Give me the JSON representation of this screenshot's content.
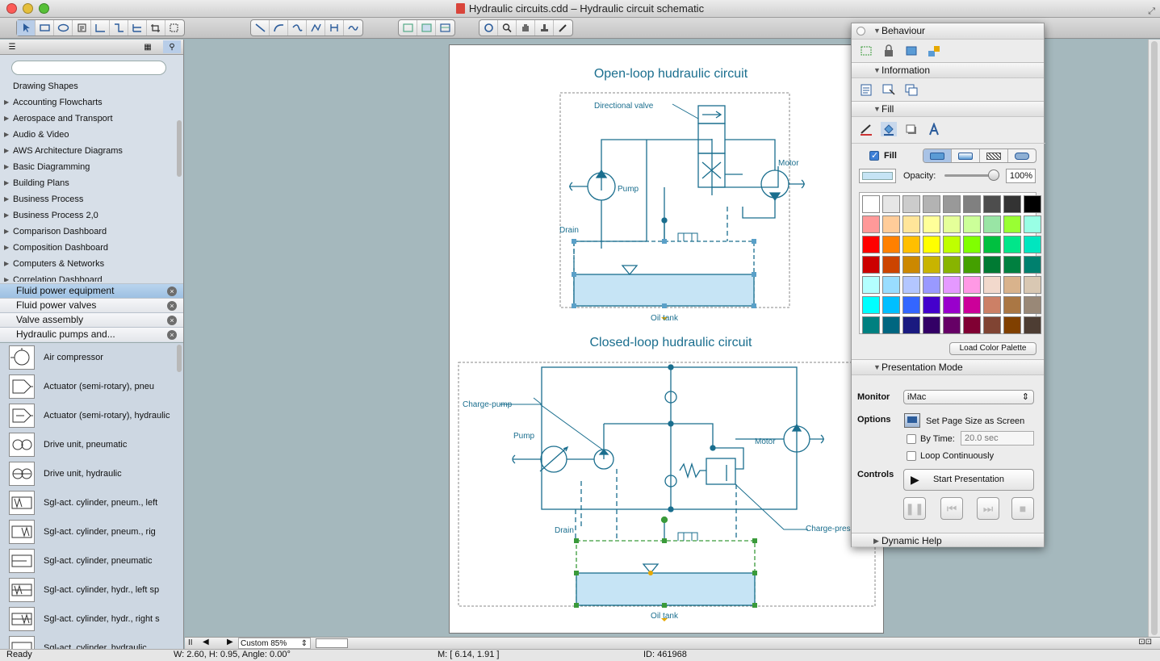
{
  "window": {
    "title": "Hydraulic circuits.cdd – Hydraulic circuit schematic"
  },
  "library": {
    "categories": [
      "Drawing Shapes",
      "Accounting Flowcharts",
      "Aerospace and Transport",
      "Audio & Video",
      "AWS Architecture Diagrams",
      "Basic Diagramming",
      "Building Plans",
      "Business Process",
      "Business Process 2,0",
      "Comparison Dashboard",
      "Composition Dashboard",
      "Computers & Networks",
      "Correlation Dashboard"
    ],
    "open_libraries": [
      "Fluid power equipment",
      "Fluid power valves",
      "Valve assembly",
      "Hydraulic pumps and..."
    ],
    "close_symbol": "×",
    "shapes": [
      "Air compressor",
      "Actuator (semi-rotary), pneu",
      "Actuator (semi-rotary), hydraulic",
      "Drive unit, pneumatic",
      "Drive unit, hydraulic",
      "Sgl-act. cylinder, pneum., left",
      "Sgl-act. cylinder, pneum., rig",
      "Sgl-act. cylinder, pneumatic",
      "Sgl-act. cylinder, hydr., left sp",
      "Sgl-act. cylinder, hydr., right s",
      "Sgl-act. cylinder, hydraulic"
    ]
  },
  "diagram": {
    "title1": "Open-loop hudraulic circuit",
    "title2": "Closed-loop hudraulic circuit",
    "labels": {
      "directional_valve": "Directional valve",
      "motor": "Motor",
      "pump": "Pump",
      "drain": "Drain",
      "oil_tank": "Oil tank",
      "charge_pump": "Charge-pump",
      "charge_pres": "Charge-pres"
    },
    "line_color": "#1a6e8e",
    "tank_fill": "#c6e4f5"
  },
  "zoom": {
    "label": "Custom 85%"
  },
  "status": {
    "ready": "Ready",
    "dims": "W: 2.60,  H: 0.95,  Angle: 0.00°",
    "mouse": "M: [ 6.14, 1.91 ]",
    "id": "ID: 461968"
  },
  "inspector": {
    "behaviour": "Behaviour",
    "information": "Information",
    "fill": "Fill",
    "fill_checkbox": "Fill",
    "opacity_label": "Opacity:",
    "opacity_value": "100%",
    "load_palette": "Load Color Palette",
    "presentation_mode": "Presentation Mode",
    "monitor_label": "Monitor",
    "monitor_value": "iMac",
    "options_label": "Options",
    "set_page_size": "Set Page Size as Screen",
    "by_time": "By Time:",
    "by_time_placeholder": "20.0 sec",
    "loop": "Loop Continuously",
    "controls_label": "Controls",
    "start_presentation": "Start Presentation",
    "dynamic_help": "Dynamic Help",
    "palette": [
      "#ffffff",
      "#e6e6e6",
      "#cccccc",
      "#b3b3b3",
      "#999999",
      "#808080",
      "#4d4d4d",
      "#333333",
      "#000000",
      "#ff9999",
      "#ffcc99",
      "#ffe599",
      "#ffff99",
      "#e5ff99",
      "#ccff99",
      "#99e5a5",
      "#99ff33",
      "#99ffe5",
      "#ff0000",
      "#ff8000",
      "#ffbf00",
      "#ffff00",
      "#bfff00",
      "#80ff00",
      "#00c040",
      "#00e68a",
      "#00e6bf",
      "#cc0000",
      "#cc4400",
      "#cc8800",
      "#c8b400",
      "#88b400",
      "#44a000",
      "#007a33",
      "#008040",
      "#00806e",
      "#b3ffff",
      "#99ddff",
      "#b3c6ff",
      "#9999ff",
      "#e599ff",
      "#ff99e5",
      "#f2d9cc",
      "#d9b38c",
      "#d9c8b3",
      "#00ffff",
      "#00bfff",
      "#3366ff",
      "#4400cc",
      "#9900cc",
      "#cc0099",
      "#cc8066",
      "#aa7744",
      "#998877",
      "#008080",
      "#006680",
      "#1a1a80",
      "#330066",
      "#660066",
      "#800033",
      "#804433",
      "#804000",
      "#4d3d33"
    ]
  }
}
